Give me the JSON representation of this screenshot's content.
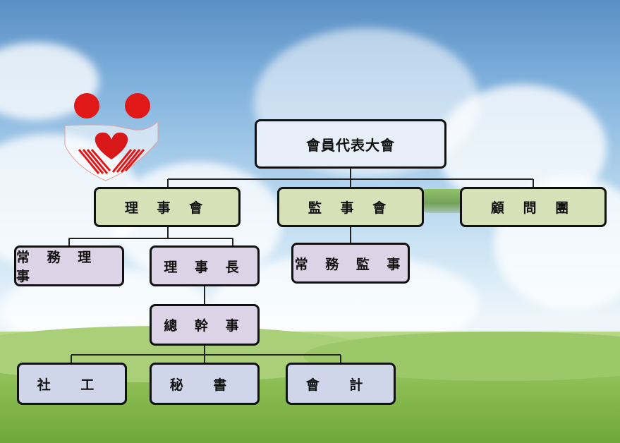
{
  "org_chart": {
    "root": "會員代表大會",
    "level1": {
      "board": "理 事 會",
      "supervisors": "監 事 會",
      "advisors": "顧 問 團"
    },
    "level2": {
      "standing_directors": "常 務 理 事",
      "chairman": "理 事 長",
      "standing_supervisors": "常 務 監 事"
    },
    "level3": {
      "secretary_general": "總 幹 事"
    },
    "level4": {
      "social_work": "社 工",
      "secretary": "秘 書",
      "accounting": "會 計"
    }
  },
  "colors": {
    "root_box": "#e7eef7",
    "green_box": "#d7e1b8",
    "purple_box": "#dcd3e6",
    "blue_box": "#cfd6ea",
    "logo_red": "#e01818"
  },
  "icons": {
    "logo": "hands-heart-logo"
  }
}
